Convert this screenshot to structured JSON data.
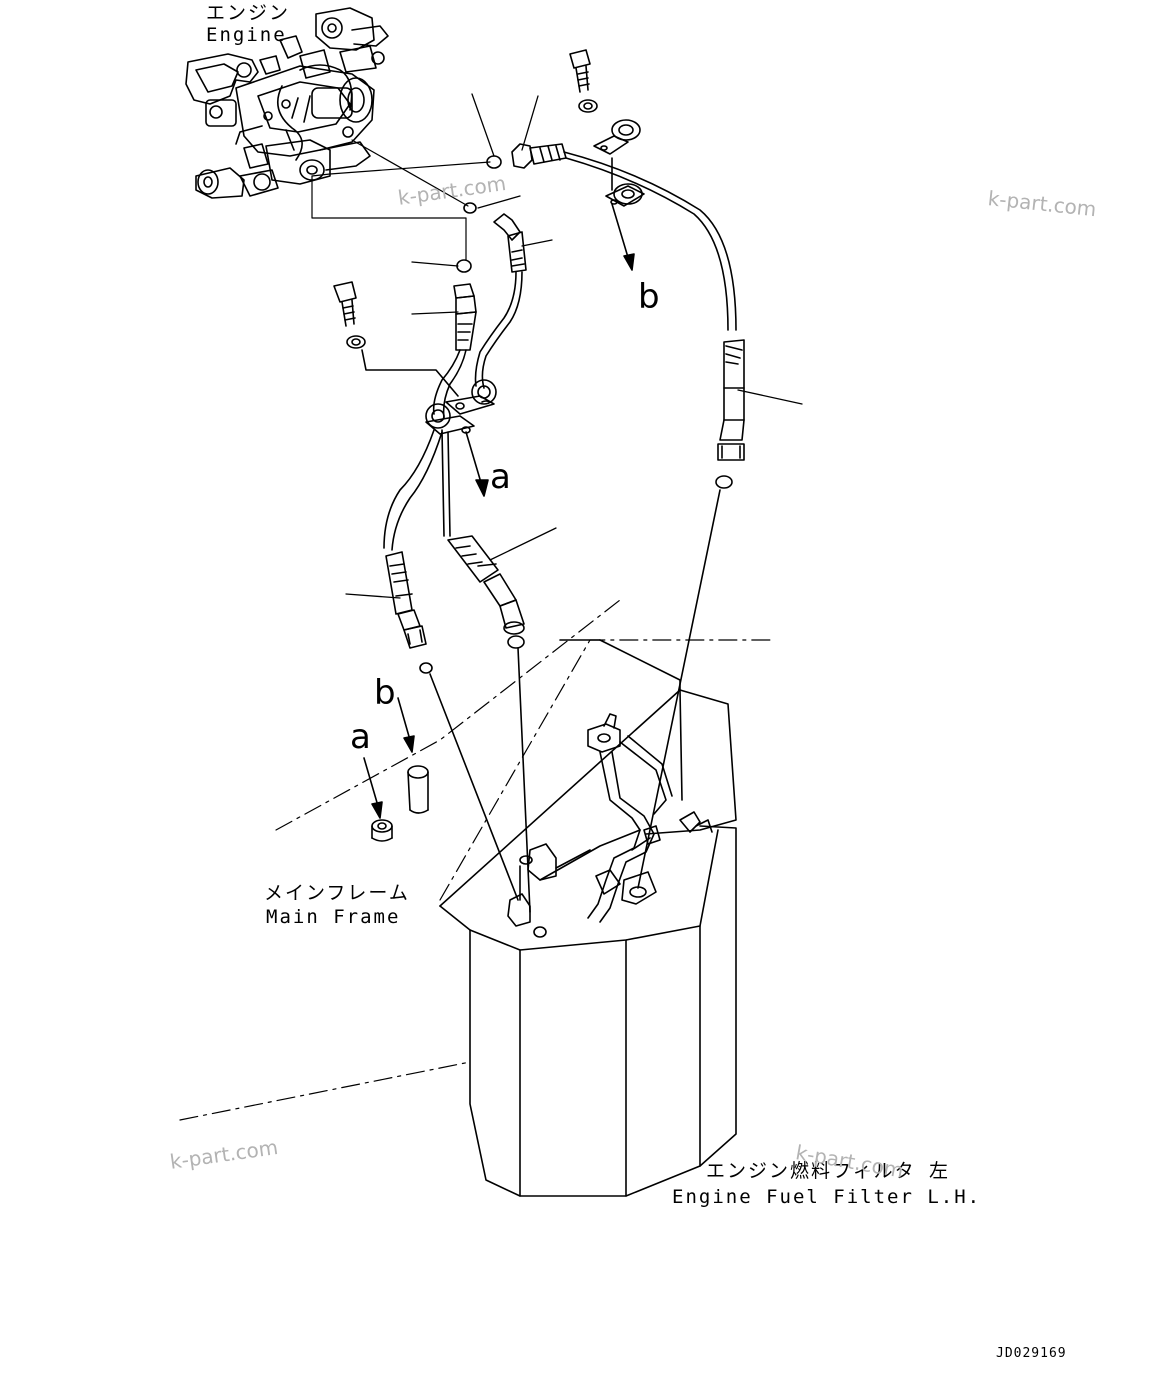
{
  "labels": {
    "engine_jp": "エンジン",
    "engine_en": "Engine",
    "main_frame_jp": "メインフレーム",
    "main_frame_en": "Main Frame",
    "fuel_filter_jp": "エンジン燃料フィルタ 左",
    "fuel_filter_en": "Engine Fuel Filter L.H."
  },
  "reference_letters": {
    "a": "a",
    "b": "b"
  },
  "watermark": "k-part.com",
  "drawing_number": "JD029169"
}
